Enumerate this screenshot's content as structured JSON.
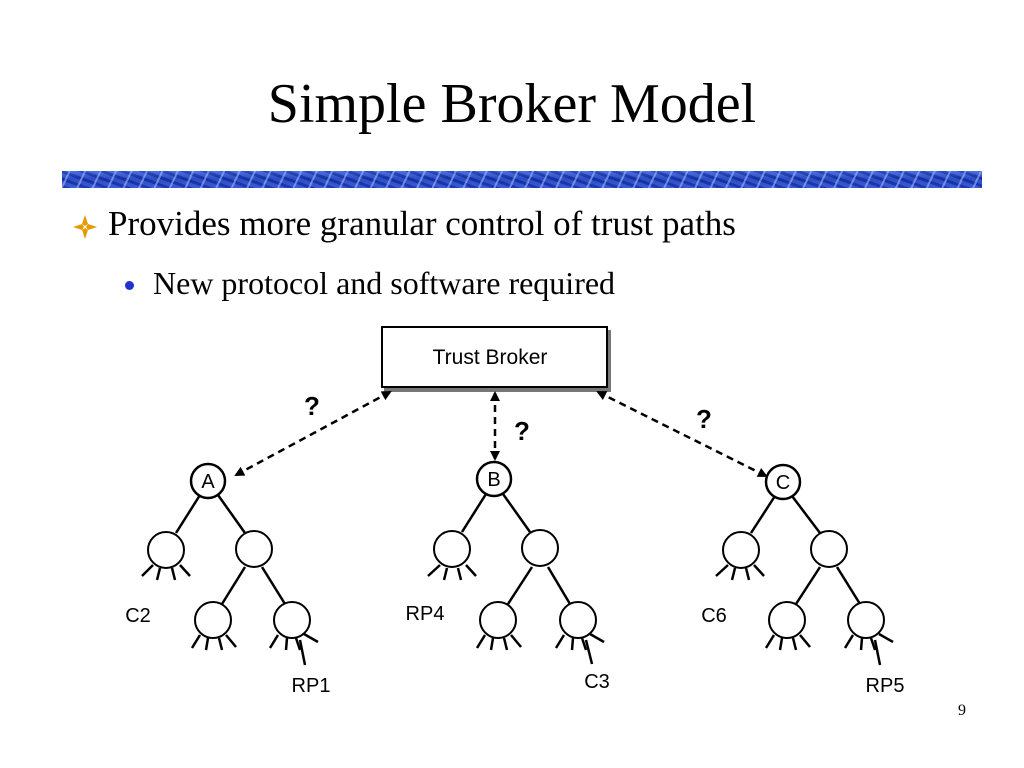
{
  "slide": {
    "title": "Simple Broker Model",
    "bullet_1": "Provides more granular control of trust paths",
    "bullet_2": "New protocol and software required",
    "page_number": "9"
  },
  "diagram": {
    "broker_label": "Trust Broker",
    "question_mark": "?",
    "trees": [
      {
        "root": "A",
        "left_leaf_label": "C2",
        "right_leaf_label": "RP1"
      },
      {
        "root": "B",
        "left_leaf_label": "RP4",
        "right_leaf_label": "C3"
      },
      {
        "root": "C",
        "left_leaf_label": "C6",
        "right_leaf_label": "RP5"
      }
    ]
  },
  "colors": {
    "bar_primary": "#1f3fb8",
    "bullet_icon": "#e69a00",
    "sub_bullet": "#2233cc"
  }
}
